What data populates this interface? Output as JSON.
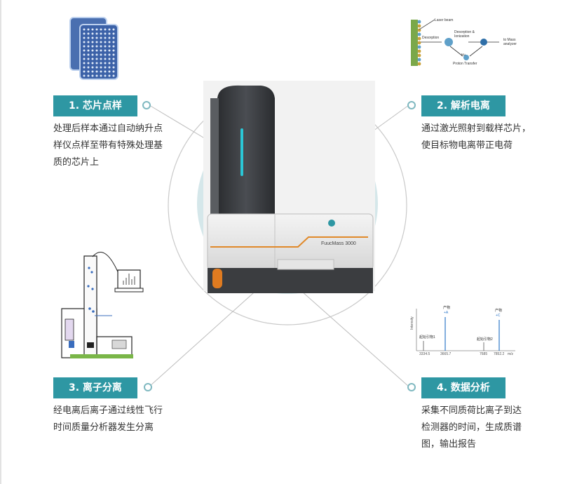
{
  "steps": [
    {
      "label": "1. 芯片点样",
      "lines": [
        "处理后样本通过自动纳升点",
        "样仪点样至带有特殊处理基",
        "质的芯片上"
      ]
    },
    {
      "label": "2. 解析电离",
      "lines": [
        "通过激光照射到载样芯片，",
        "使目标物电离带正电荷"
      ]
    },
    {
      "label": "3. 离子分离",
      "lines": [
        "经电离后离子通过线性飞行",
        "时间质量分析器发生分离"
      ]
    },
    {
      "label": "4. 数据分析",
      "lines": [
        "采集不同质荷比离子到达",
        "检测器的时间，生成质谱",
        "图，输出报告"
      ]
    }
  ],
  "instrument": {
    "model_label": "FuucMass 3000"
  },
  "laser_diagram": {
    "laser_beam": "Laser beam",
    "desorption": "Desorption",
    "desorption_ionization": "Desorption &",
    "ionization": "Ionization",
    "to_mass": "to Mass",
    "analyzer": "analyzer",
    "proton_transfer": "Proton Transfer",
    "h_plus": "H+"
  },
  "spectrum": {
    "y_label": "Intensity",
    "x_unit": "m/z",
    "peak_labels": [
      "产物",
      "+A",
      "产物",
      "+C"
    ],
    "ref_labels": [
      "起始引物1",
      "起始引物2"
    ],
    "x_ticks": [
      "3334.5",
      "3665.7",
      "7685",
      "7852.2"
    ]
  },
  "colors": {
    "accent": "#2e97a3",
    "connector": "#bdbdbd"
  }
}
